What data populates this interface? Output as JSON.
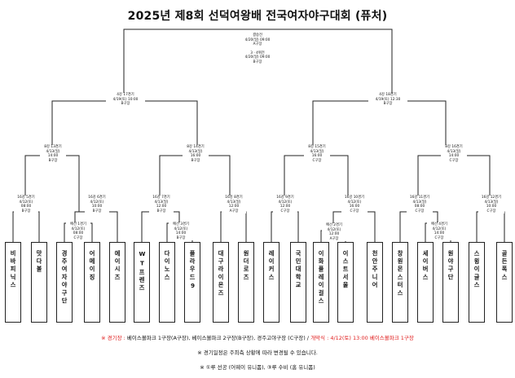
{
  "title": "2025년 제8회 선덕여왕배  전국여자야구대회 (퓨처)",
  "final": {
    "lines": [
      "결승전",
      "4/20(일) 09:00",
      "A구장",
      "",
      "3 · 4위전",
      "4/20(일) 09:00",
      "B구장"
    ]
  },
  "semis": [
    {
      "lines": [
        "4강 17경기",
        "4/19(토) 10:00",
        "B구장"
      ]
    },
    {
      "lines": [
        "4강 18경기",
        "4/19(토) 12:30",
        "B구장"
      ]
    }
  ],
  "quarters": [
    {
      "lines": [
        "8강 13경기",
        "4/13(일)",
        "14:00",
        "B구장"
      ]
    },
    {
      "lines": [
        "8강 14경기",
        "4/13(일)",
        "16:00",
        "B구장"
      ]
    },
    {
      "lines": [
        "8강 15경기",
        "4/13(일)",
        "16:00",
        "C구장"
      ]
    },
    {
      "lines": [
        "8강 16경기",
        "4/13(일)",
        "14:00",
        "C구장"
      ]
    }
  ],
  "round16": [
    {
      "lines": [
        "16강 5경기",
        "4/12(토)",
        "08:00",
        "B구장"
      ]
    },
    {
      "lines": [
        "16강 6경기",
        "4/12(토)",
        "10:00",
        "B구장"
      ]
    },
    {
      "lines": [
        "16강 7경기",
        "4/13(일)",
        "12:00",
        "B구장"
      ]
    },
    {
      "lines": [
        "16강 8경기",
        "4/13(일)",
        "12:00",
        "A구장"
      ]
    },
    {
      "lines": [
        "16강 9경기",
        "4/12(토)",
        "12:00",
        "C구장"
      ]
    },
    {
      "lines": [
        "16강 10경기",
        "4/12(토)",
        "16:00",
        "C구장"
      ]
    },
    {
      "lines": [
        "16강 11경기",
        "4/13(일)",
        "08:00",
        "C구장"
      ]
    },
    {
      "lines": [
        "16강 12경기",
        "4/13(일)",
        "10:00",
        "C구장"
      ]
    }
  ],
  "prelims": [
    {
      "lines": [
        "예선 1경기",
        "4/12(토)",
        "08:00",
        "C구장"
      ]
    },
    {
      "lines": [
        "예선 3경기",
        "4/12(토)",
        "14:00",
        "B구장"
      ]
    },
    {
      "lines": [
        "예선 2경기",
        "4/12(토)",
        "12:00",
        "A구장"
      ]
    },
    {
      "lines": [
        "예선 4경기",
        "4/12(토)",
        "14:00",
        "C구장"
      ]
    }
  ],
  "teams": [
    "비바피닉스",
    "맛다볼",
    "경주여자야구단",
    "어메이징",
    "에이시즈",
    "WT프렌즈",
    "다이노스",
    "플라우드9",
    "대구라이온즈",
    "원더로즈",
    "레이커스",
    "국민대학교",
    "이화플레이걸스",
    "이스트서울",
    "천안주니어",
    "창원몬스터스",
    "세이버스",
    "원야구단",
    "스윙이글스",
    "골든폭스"
  ],
  "notes": {
    "venue_prefix": "※ 경기장 : ",
    "venue_text": "베이스볼파크 1구장(A구장), 베이스볼파크 2구장(B구장), 경주고야구장 (C구장) / ",
    "opening": "개막식 : 4/12(토) 13:00 베이스볼파크 1구장",
    "schedule_note": "※ 경기일정은 주최측 상황에 따라 변경될 수 있습니다.",
    "uniform_note": "※ ①루 선공 (어웨이 유니폼), ③루 수비 (홈 유니폼)"
  },
  "colors": {
    "line": "#222222",
    "accent": "#e01b1b"
  }
}
